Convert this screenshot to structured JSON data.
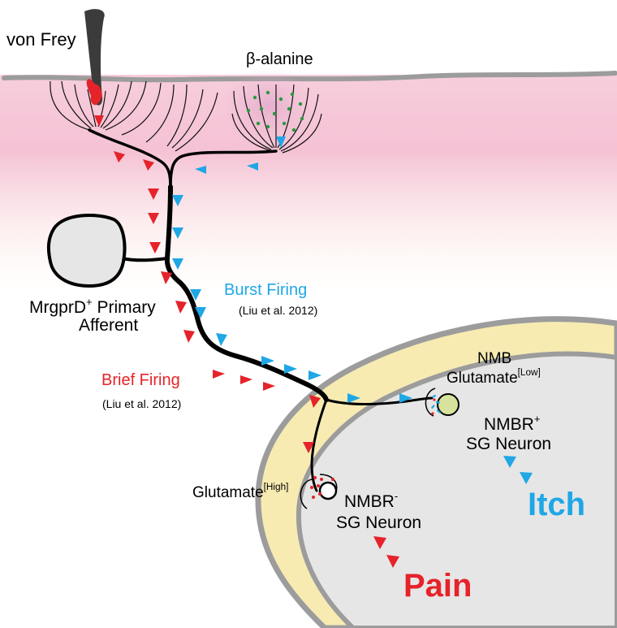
{
  "colors": {
    "pain_red": "#e5232a",
    "itch_blue": "#1fa7e6",
    "dot_green": "#2a9a3c",
    "spinal_cream": "#f7ebb2",
    "grey_matter": "#e6e6e6",
    "skin_pink": "#f3b7cd"
  },
  "labels": {
    "von_frey": "von Frey",
    "beta_alanine": "β-alanine",
    "afferent_line1_base": "MrgprD",
    "afferent_line1_sup": "+",
    "afferent_line1_tail": " Primary",
    "afferent_line2": "Afferent",
    "burst_firing": "Burst Firing",
    "burst_ref": "(Liu et al. 2012)",
    "brief_firing": "Brief Firing",
    "brief_ref": "(Liu et al. 2012)",
    "nmb": "NMB",
    "glutamate_low_base": "Glutamate",
    "glutamate_low_sup": "[Low]",
    "nmbr_plus_base": "NMBR",
    "nmbr_plus_sup": "+",
    "sg_neuron_plus": "SG Neuron",
    "itch": "Itch",
    "glutamate_high_base": "Glutamate",
    "glutamate_high_sup": "[High]",
    "nmbr_minus_base": "NMBR",
    "nmbr_minus_sup": "-",
    "sg_neuron_minus": "SG Neuron",
    "pain": "Pain"
  }
}
